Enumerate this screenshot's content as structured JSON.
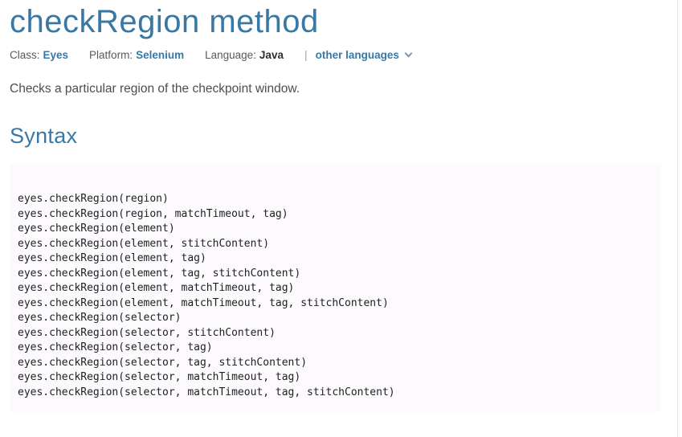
{
  "page": {
    "title": "checkRegion method",
    "description": "Checks a particular region of the checkpoint window."
  },
  "meta": {
    "class_label": "Class:",
    "class_value": "Eyes",
    "platform_label": "Platform:",
    "platform_value": "Selenium",
    "language_label": "Language:",
    "language_value": "Java",
    "separator": "|",
    "other_languages_label": "other languages"
  },
  "icons": {
    "other_languages_chevron": "chevron-down"
  },
  "syntax": {
    "heading": "Syntax",
    "code_lines": [
      "eyes.checkRegion(region)",
      "eyes.checkRegion(region, matchTimeout, tag)",
      "eyes.checkRegion(element)",
      "eyes.checkRegion(element, stitchContent)",
      "eyes.checkRegion(element, tag)",
      "eyes.checkRegion(element, tag, stitchContent)",
      "eyes.checkRegion(element, matchTimeout, tag)",
      "eyes.checkRegion(element, matchTimeout, tag, stitchContent)",
      "eyes.checkRegion(selector)",
      "eyes.checkRegion(selector, stitchContent)",
      "eyes.checkRegion(selector, tag)",
      "eyes.checkRegion(selector, tag, stitchContent)",
      "eyes.checkRegion(selector, matchTimeout, tag)",
      "eyes.checkRegion(selector, matchTimeout, tag, stitchContent)"
    ]
  },
  "colors": {
    "accent": "#3878a4",
    "label_gray": "#58595b",
    "dark_text": "#2e2f31",
    "body_text": "#4c4d4f",
    "separator_gray": "#9aa3ad",
    "chevron_blue": "#7d93b2",
    "code_text": "#212121",
    "code_bg": "#fcfafd",
    "edge_line": "#e9e9ec"
  }
}
